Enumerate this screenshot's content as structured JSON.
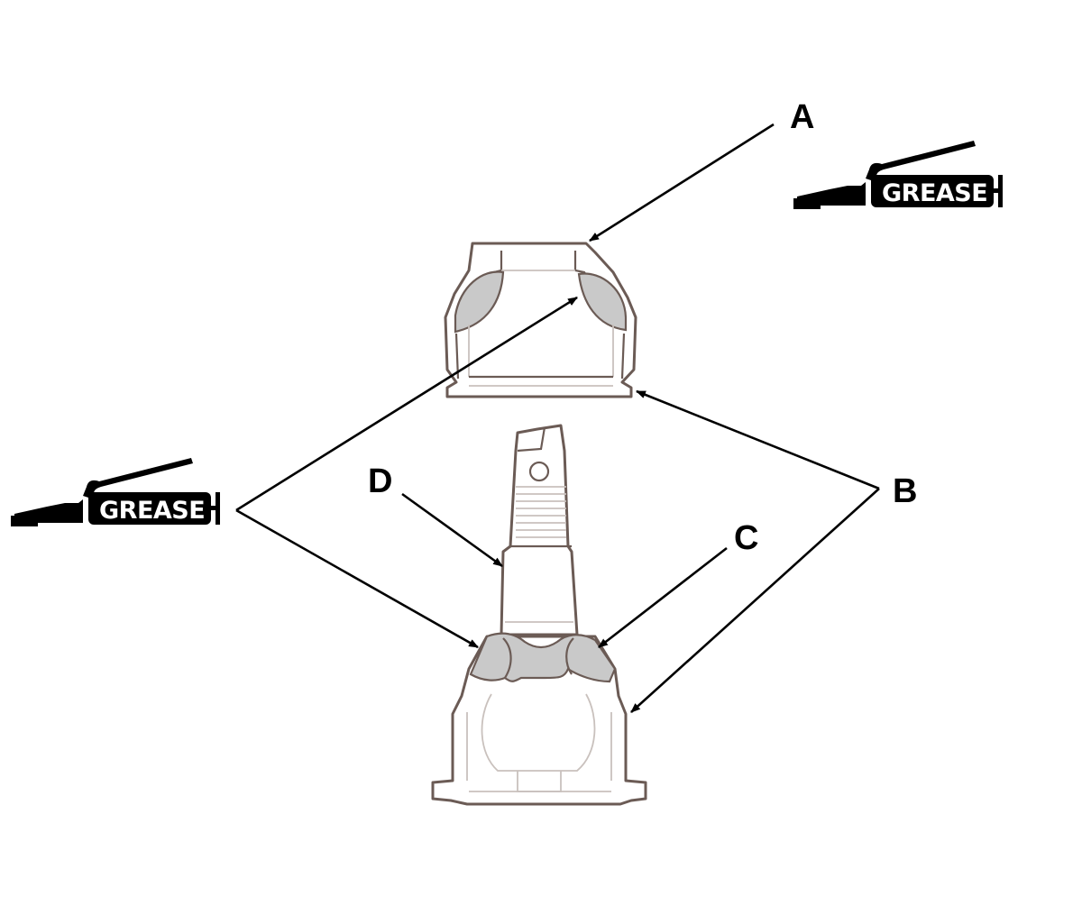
{
  "labels": {
    "a": "A",
    "b": "B",
    "c": "C",
    "d": "D"
  },
  "grease_icons": [
    {
      "text": "GREASE"
    },
    {
      "text": "GREASE"
    }
  ],
  "colors": {
    "line": "#000000",
    "part_outline": "#6b5b55",
    "grease_fill": "#c9c9c9"
  }
}
